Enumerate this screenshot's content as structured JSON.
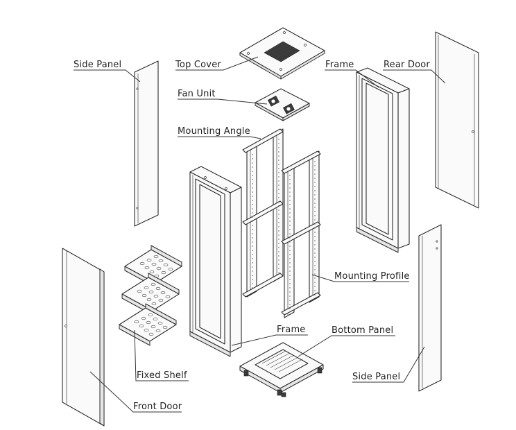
{
  "labels": {
    "side_panel_left": "Side Panel",
    "top_cover": "Top Cover",
    "frame_top": "Frame",
    "rear_door": "Rear Door",
    "fan_unit": "Fan Unit",
    "mounting_angle": "Mounting Angle",
    "mounting_profile": "Mounting Profile",
    "frame_bottom": "Frame",
    "bottom_panel": "Bottom Panel",
    "fixed_shelf": "Fixed Shelf",
    "side_panel_right": "Side Panel",
    "front_door": "Front Door"
  }
}
